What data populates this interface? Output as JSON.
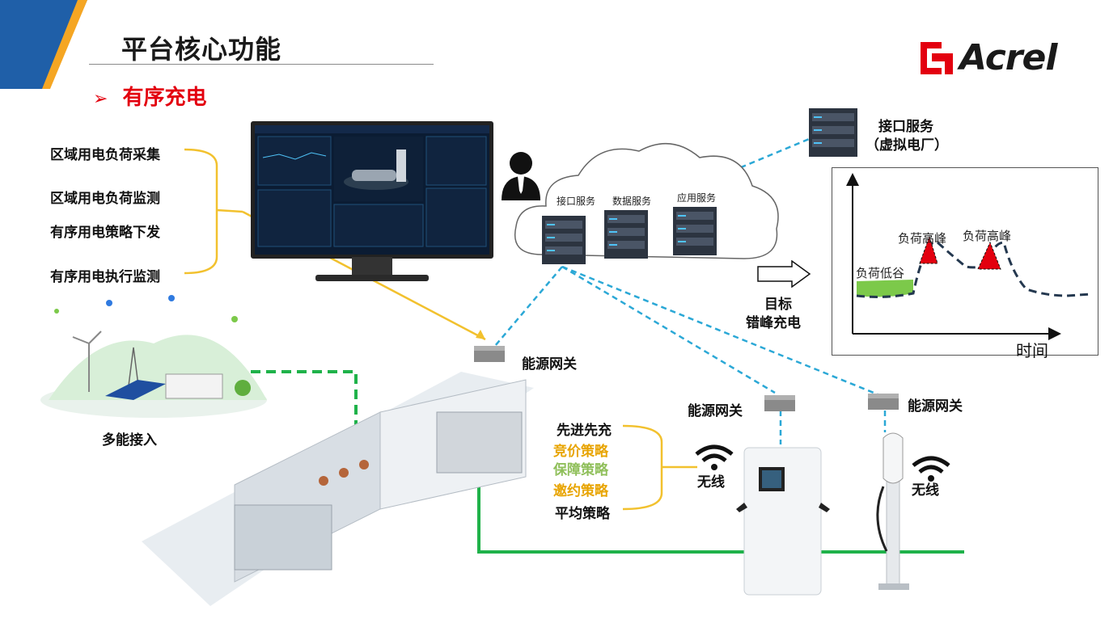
{
  "header": {
    "title": "平台核心功能",
    "subtitle_bullet": "➢",
    "subtitle": "有序充电"
  },
  "brand": {
    "name": "Acrel",
    "color": "#e3000f"
  },
  "left_functions": [
    "区域用电负荷采集",
    "区域用电负荷监测",
    "有序用电策略下发",
    "有序用电执行监测"
  ],
  "energy_access_label": "多能接入",
  "cloud": {
    "services": [
      "接口服务",
      "数据服务",
      "应用服务"
    ]
  },
  "interface_service": {
    "line1": "接口服务",
    "line2": "（虚拟电厂）"
  },
  "target": {
    "line1": "目标",
    "line2": "错峰充电"
  },
  "load_chart": {
    "valley_label": "负荷低谷",
    "peak1_label": "负荷高峰",
    "peak2_label": "负荷高峰",
    "x_axis_label": "时间"
  },
  "gateways": [
    "能源网关",
    "能源网关",
    "能源网关"
  ],
  "wireless_label": "无线",
  "strategies": [
    {
      "text": "先进先充",
      "color": "#111111"
    },
    {
      "text": "竞价策略",
      "color": "#e8a400"
    },
    {
      "text": "保障策略",
      "color": "#8fbf5a"
    },
    {
      "text": "邀约策略",
      "color": "#e8a400"
    },
    {
      "text": "平均策略",
      "color": "#111111"
    }
  ],
  "colors": {
    "link_blue": "#2ba8d6",
    "bracket_gold": "#f2c12e",
    "green_line": "#1fb24a",
    "accent_red": "#e3000f"
  }
}
